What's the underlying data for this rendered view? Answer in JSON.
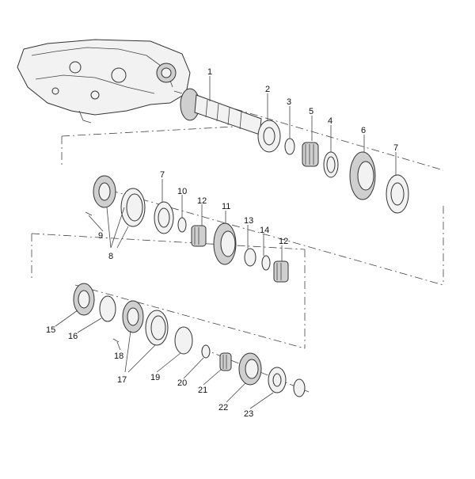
{
  "diagram": {
    "callouts": [
      "1",
      "2",
      "3",
      "4",
      "5",
      "6",
      "7",
      "7",
      "8",
      "9",
      "10",
      "11",
      "12",
      "12",
      "13",
      "14",
      "15",
      "16",
      "17",
      "18",
      "19",
      "20",
      "21",
      "22",
      "23"
    ]
  }
}
